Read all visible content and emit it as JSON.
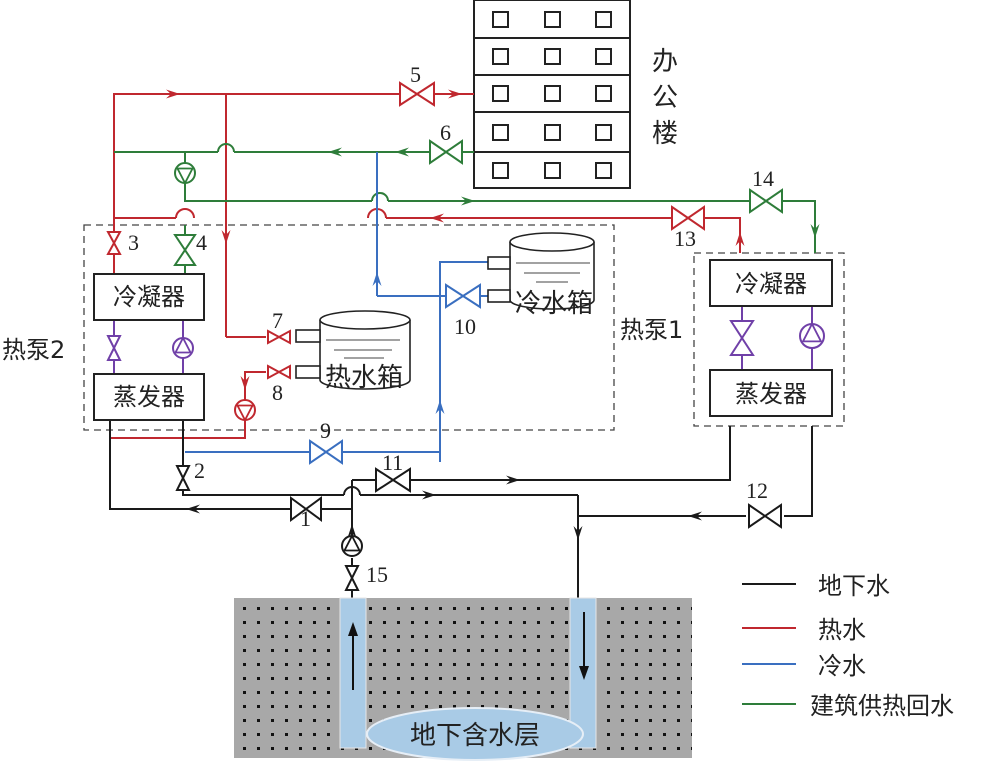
{
  "building": {
    "label_chars": [
      "办",
      "公",
      "楼"
    ],
    "floors": 5,
    "windows_per_floor": 3
  },
  "heat_pump_1": {
    "label": "热泵1",
    "condenser": "冷凝器",
    "evaporator": "蒸发器"
  },
  "heat_pump_2": {
    "label": "热泵2",
    "condenser": "冷凝器",
    "evaporator": "蒸发器"
  },
  "hot_tank": {
    "label": "热水箱"
  },
  "cold_tank": {
    "label": "冷水箱"
  },
  "aquifer": {
    "label": "地下含水层"
  },
  "valves": [
    "1",
    "2",
    "3",
    "4",
    "5",
    "6",
    "7",
    "8",
    "9",
    "10",
    "11",
    "12",
    "13",
    "14",
    "15"
  ],
  "legend": {
    "items": [
      {
        "label": "地下水",
        "color": "#1a1a1a"
      },
      {
        "label": "热水",
        "color": "#c0282f"
      },
      {
        "label": "冷水",
        "color": "#3a6fc0"
      },
      {
        "label": "建筑供热回水",
        "color": "#2e7d3a"
      }
    ]
  },
  "colors": {
    "groundwater": "#1a1a1a",
    "hot": "#c0282f",
    "cold": "#3a6fc0",
    "return": "#2e7d3a",
    "refrigerant": "#7040a8",
    "soil": "#a9a9a9",
    "well": "#a9cbe6"
  }
}
